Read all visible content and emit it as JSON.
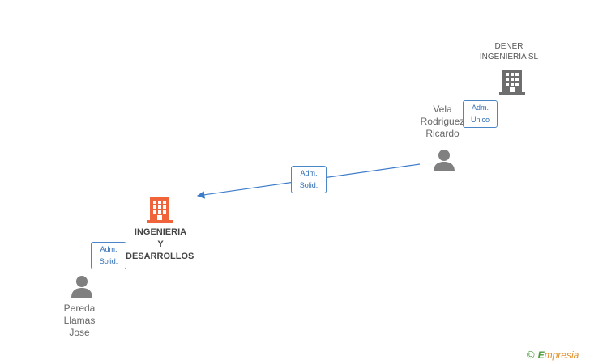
{
  "nodes": {
    "dener": {
      "label": "DENER\nINGENIERIA SL",
      "type": "company"
    },
    "vela": {
      "label": "Vela\nRodriguez\nRicardo",
      "type": "person"
    },
    "main_company": {
      "label": "INGENIERIA\nY\nDESARROLLOS...",
      "type": "company"
    },
    "pereda": {
      "label": "Pereda\nLlamas\nJose",
      "type": "person"
    }
  },
  "edges": {
    "vela_to_dener": {
      "label": "Adm.\nUnico"
    },
    "vela_to_main": {
      "label": "Adm.\nSolid."
    },
    "pereda_to_main": {
      "label": "Adm.\nSolid."
    }
  },
  "watermark": {
    "copyright": "©",
    "brand_first": "E",
    "brand_rest": "mpresia"
  },
  "colors": {
    "person_icon": "#808080",
    "company_icon": "#6e6e6e",
    "main_company_icon": "#f0643c",
    "edge_line": "#3d7cc9",
    "badge_border": "#4a86c8"
  },
  "icons": {
    "person": "person-silhouette-icon",
    "company": "office-building-icon"
  }
}
